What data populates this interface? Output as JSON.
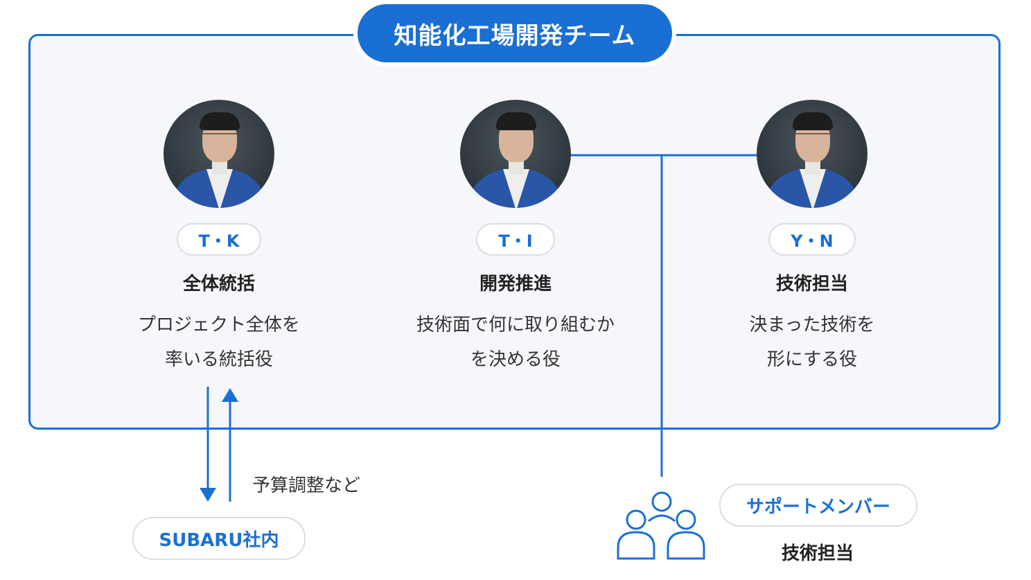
{
  "team": {
    "title": "知能化工場開発チーム"
  },
  "members": [
    {
      "name": "T・K",
      "role": "全体統括",
      "desc_line1": "プロジェクト全体を",
      "desc_line2": "率いる統括役"
    },
    {
      "name": "T・I",
      "role": "開発推進",
      "desc_line1": "技術面で何に取り組むか",
      "desc_line2": "を決める役"
    },
    {
      "name": "Y・N",
      "role": "技術担当",
      "desc_line1": "決まった技術を",
      "desc_line2": "形にする役"
    }
  ],
  "external": {
    "label": "SUBARU社内",
    "note": "予算調整など"
  },
  "support": {
    "label": "サポートメンバー",
    "role": "技術担当",
    "icon": "group-icon"
  },
  "colors": {
    "accent": "#1a6fd4",
    "box_bg": "#f5f7fa",
    "border": "#d9dde2"
  }
}
